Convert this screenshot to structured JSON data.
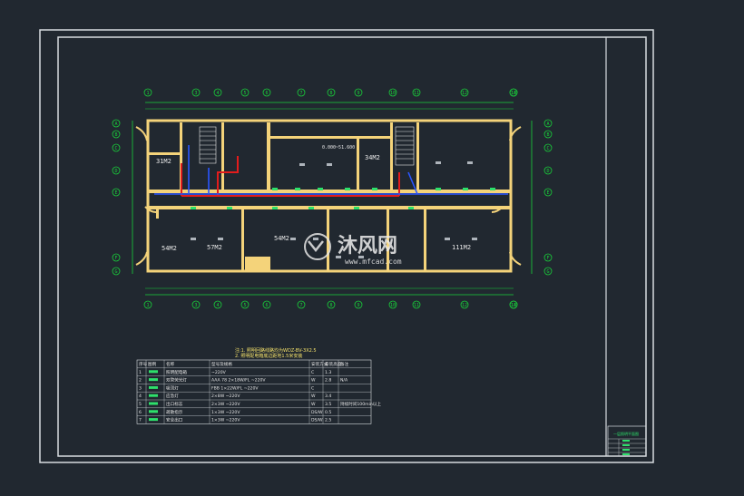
{
  "colors": {
    "background": "#212830",
    "frame": "#d8dce0",
    "wall": "#f4d37a",
    "grid": "#19d13a",
    "cable": "#e21c1c",
    "wire": "#2a55ff",
    "text": "#e7e7e7",
    "label_yellow": "#f6e36b",
    "label_green": "#2ee06b"
  },
  "plan": {
    "top_axes": [
      "1",
      "3",
      "4",
      "5",
      "6",
      "7",
      "8",
      "9",
      "10",
      "11",
      "12",
      "13",
      "14"
    ],
    "left_axes": [
      "A",
      "B",
      "C",
      "D",
      "E",
      "F",
      "G"
    ],
    "right_axes": [
      "A",
      "B",
      "C",
      "D",
      "E",
      "F",
      "G"
    ],
    "room_labels": [
      {
        "text": "31M2",
        "name": "room-label-1"
      },
      {
        "text": "0.000~51.600",
        "name": "room-label-2"
      },
      {
        "text": "34M2",
        "name": "room-label-3"
      },
      {
        "text": "54M2",
        "name": "room-label-4"
      },
      {
        "text": "57M2",
        "name": "room-label-5"
      },
      {
        "text": "54M2",
        "name": "room-label-6"
      },
      {
        "text": "111M2",
        "name": "room-label-7"
      }
    ]
  },
  "legend": {
    "title_line1": "注:1. 照明回路线路均为WDZ-BV-3X2.5",
    "title_line2": "2. 照明配电箱底边距地1.5米安装",
    "headers": [
      "序号",
      "图例",
      "名称",
      "型号及规格",
      "安装方式",
      "安装高度",
      "备注"
    ],
    "rows": [
      {
        "no": "1",
        "name": "照明配电箱",
        "spec": "~220V",
        "mount": "C",
        "height": "1.3",
        "note": ""
      },
      {
        "no": "2",
        "name": "双管荧光灯",
        "spec": "AAA 78  2×18W/FL  ~220V",
        "mount": "W",
        "height": "2.8",
        "note": "N/A"
      },
      {
        "no": "3",
        "name": "吸顶灯",
        "spec": "FBB  1×22W/FL  ~220V",
        "mount": "C",
        "height": "",
        "note": ""
      },
      {
        "no": "4",
        "name": "应急灯",
        "spec": "2×8W  ~220V",
        "mount": "W",
        "height": "3.4",
        "note": ""
      },
      {
        "no": "5",
        "name": "出口标志",
        "spec": "2×3W ~220V",
        "mount": "W",
        "height": "3.5",
        "note": "持续时间100min以上"
      },
      {
        "no": "6",
        "name": "疏散指示",
        "spec": "1×3W ~220V",
        "mount": "DS/W",
        "height": "0.5",
        "note": ""
      },
      {
        "no": "7",
        "name": "安全出口",
        "spec": "1×3W ~220V",
        "mount": "DS/W",
        "height": "2.5",
        "note": ""
      }
    ]
  },
  "title_block": {
    "header": "一层照明平面图"
  },
  "watermark": {
    "brand": "沐风网",
    "url": "www.mfcad.com"
  }
}
